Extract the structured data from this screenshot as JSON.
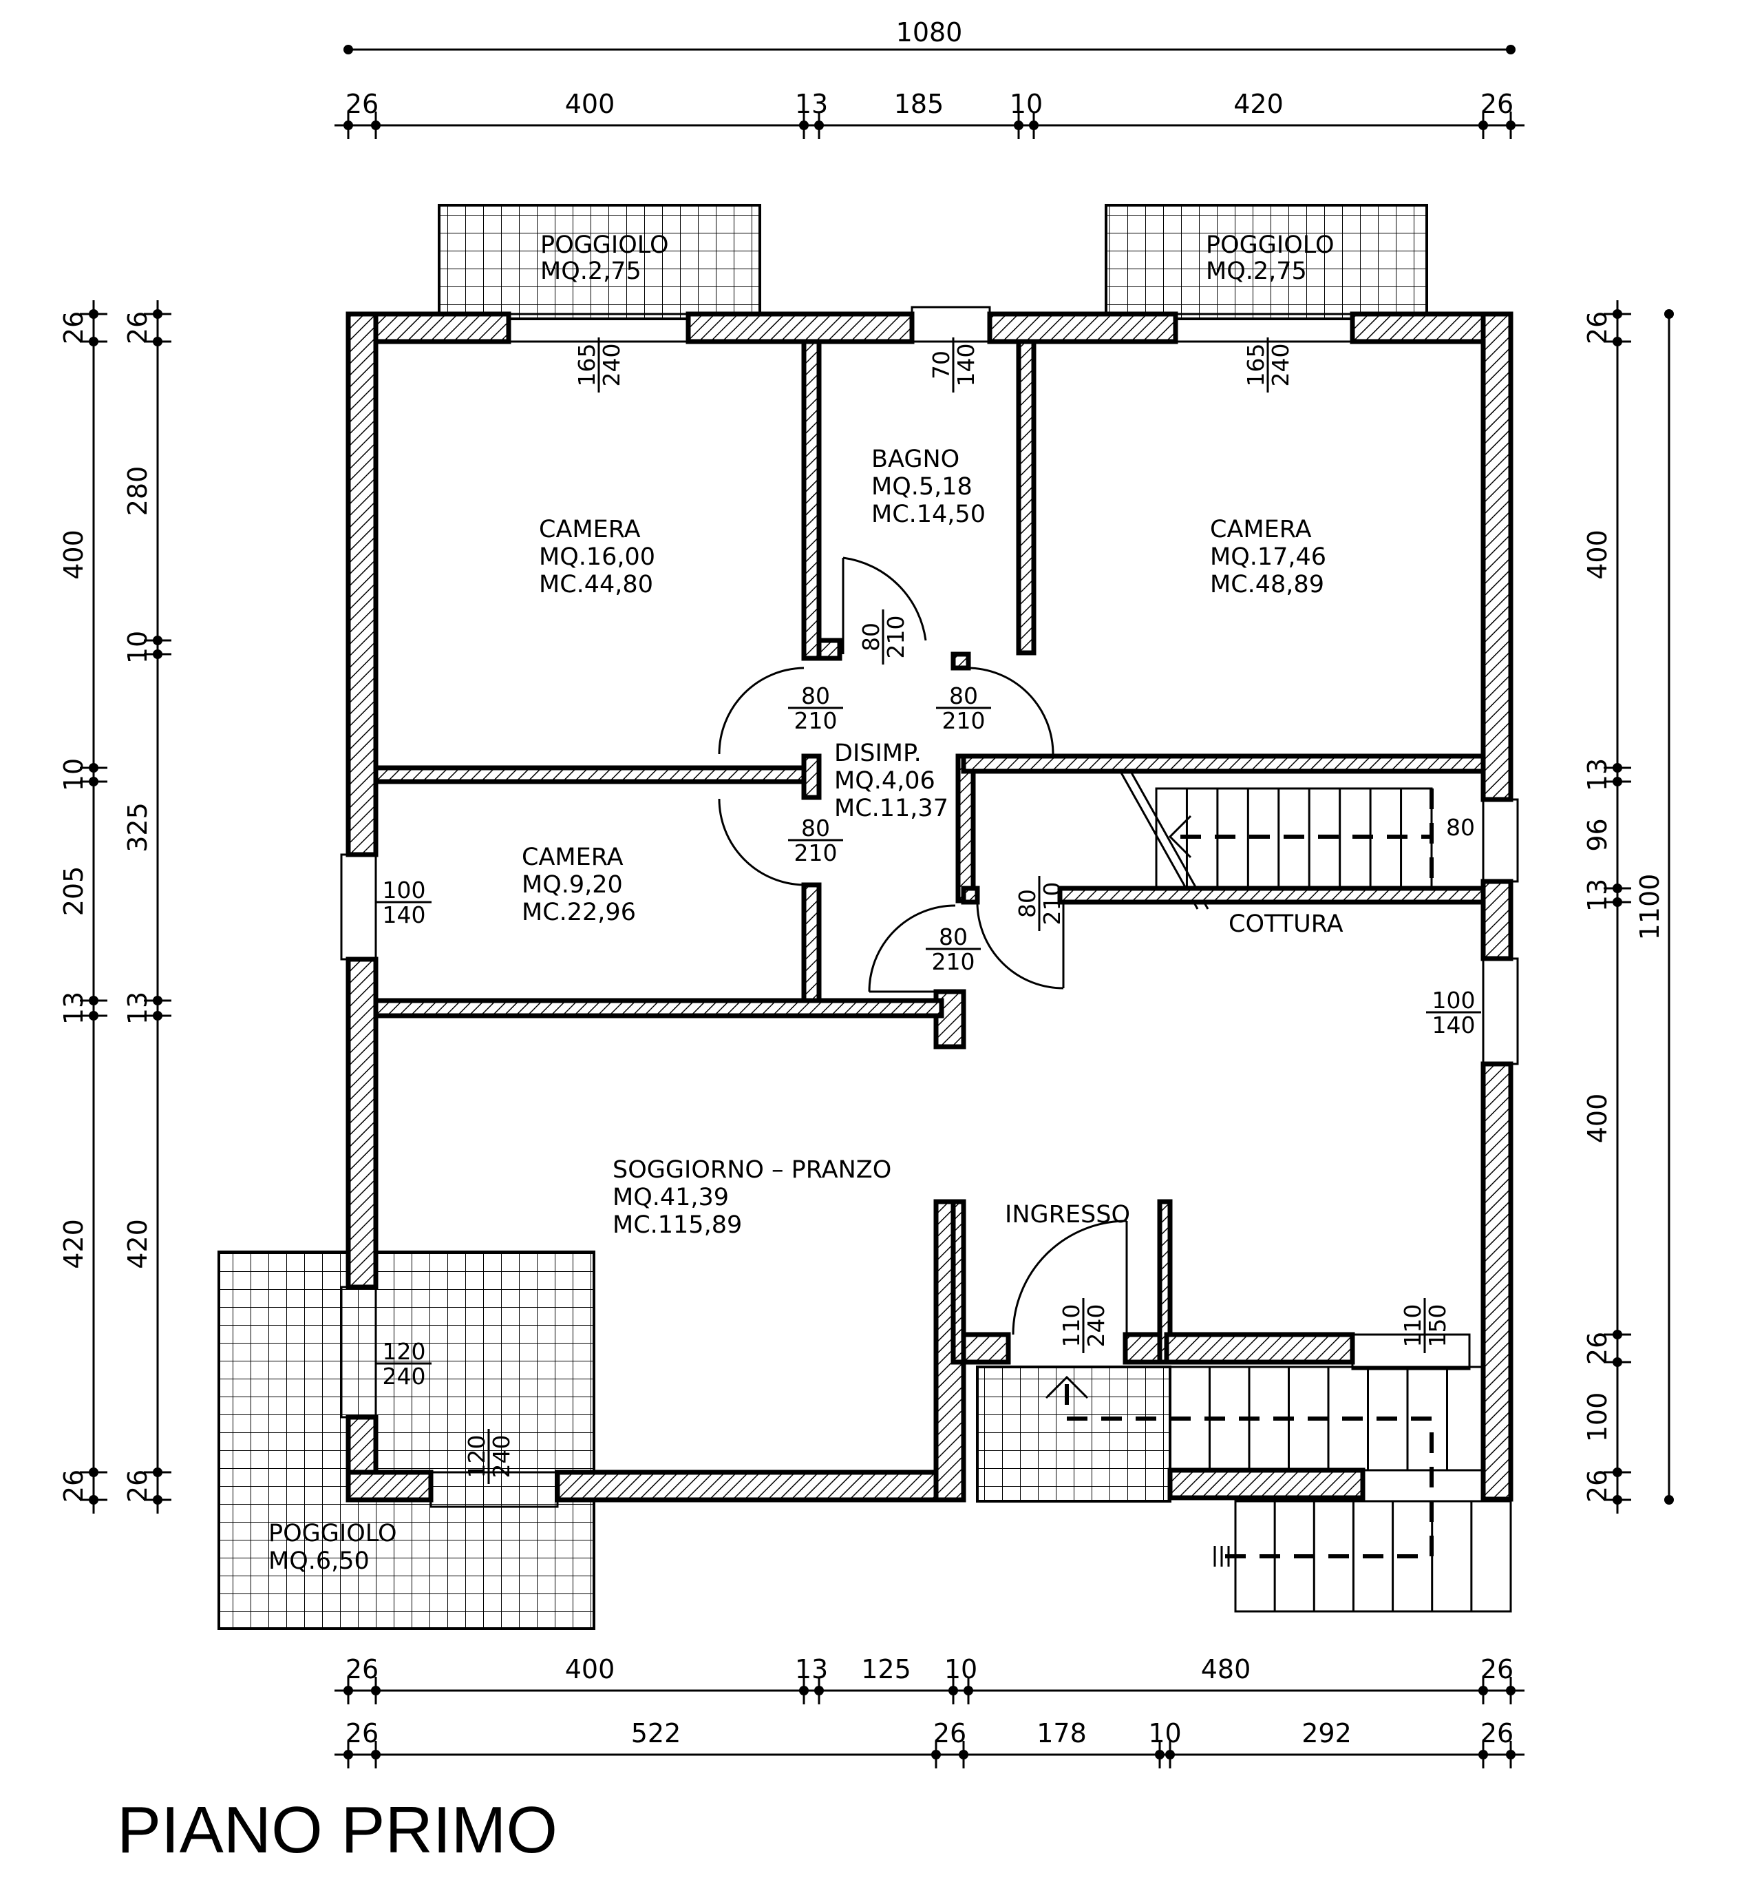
{
  "title": "PIANO PRIMO",
  "rooms": {
    "poggiolo_left": {
      "name": "POGGIOLO",
      "mq": "MQ.2,75"
    },
    "poggiolo_right": {
      "name": "POGGIOLO",
      "mq": "MQ.2,75"
    },
    "poggiolo_bottom": {
      "name": "POGGIOLO",
      "mq": "MQ.6,50"
    },
    "bagno": {
      "name": "BAGNO",
      "mq": "MQ.5,18",
      "mc": "MC.14,50"
    },
    "camera1": {
      "name": "CAMERA",
      "mq": "MQ.16,00",
      "mc": "MC.44,80"
    },
    "camera2": {
      "name": "CAMERA",
      "mq": "MQ.17,46",
      "mc": "MC.48,89"
    },
    "camera3": {
      "name": "CAMERA",
      "mq": "MQ.9,20",
      "mc": "MC.22,96"
    },
    "disimpegno": {
      "name": "DISIMP.",
      "mq": "MQ.4,06",
      "mc": "MC.11,37"
    },
    "cottura": {
      "name": "COTTURA"
    },
    "soggiorno": {
      "name": "SOGGIORNO – PRANZO",
      "mq": "MQ.41,39",
      "mc": "MC.115,89"
    },
    "ingresso": {
      "name": "INGRESSO"
    }
  },
  "openings": {
    "w_cam1": {
      "w": "165",
      "h": "240"
    },
    "w_bagno": {
      "w": "70",
      "h": "140"
    },
    "w_cam2": {
      "w": "165",
      "h": "240"
    },
    "d_bagno": {
      "w": "80",
      "h": "210"
    },
    "d_cam1": {
      "w": "80",
      "h": "210"
    },
    "d_cam2": {
      "w": "80",
      "h": "210"
    },
    "d_cam3": {
      "w": "80",
      "h": "210"
    },
    "d_cott": {
      "w": "80",
      "h": "210"
    },
    "d_sogg": {
      "w": "80",
      "h": "210"
    },
    "w_cam3": {
      "w": "100",
      "h": "140"
    },
    "w_cott": {
      "w": "100",
      "h": "140"
    },
    "w_sogg_l": {
      "w": "120",
      "h": "240"
    },
    "w_sogg_b": {
      "w": "120",
      "h": "240"
    },
    "d_ingr": {
      "w": "110",
      "h": "240"
    },
    "w_stair": {
      "w": "110",
      "h": "150"
    },
    "stair_w": "80"
  },
  "dims": {
    "top_total": "1080",
    "top": [
      "26",
      "400",
      "13",
      "185",
      "10",
      "420",
      "26"
    ],
    "left_outer": [
      "26",
      "400",
      "10",
      "205",
      "13",
      "420",
      "26"
    ],
    "left_inner": [
      "26",
      "280",
      "10",
      "325",
      "13",
      "420",
      "26"
    ],
    "right": [
      "26",
      "400",
      "13",
      "96",
      "13",
      "400",
      "26",
      "100",
      "26"
    ],
    "right_total": "1100",
    "bottom1": [
      "26",
      "400",
      "13",
      "125",
      "10",
      "480",
      "26"
    ],
    "bottom2": [
      "26",
      "522",
      "26",
      "178",
      "10",
      "292",
      "26"
    ]
  }
}
